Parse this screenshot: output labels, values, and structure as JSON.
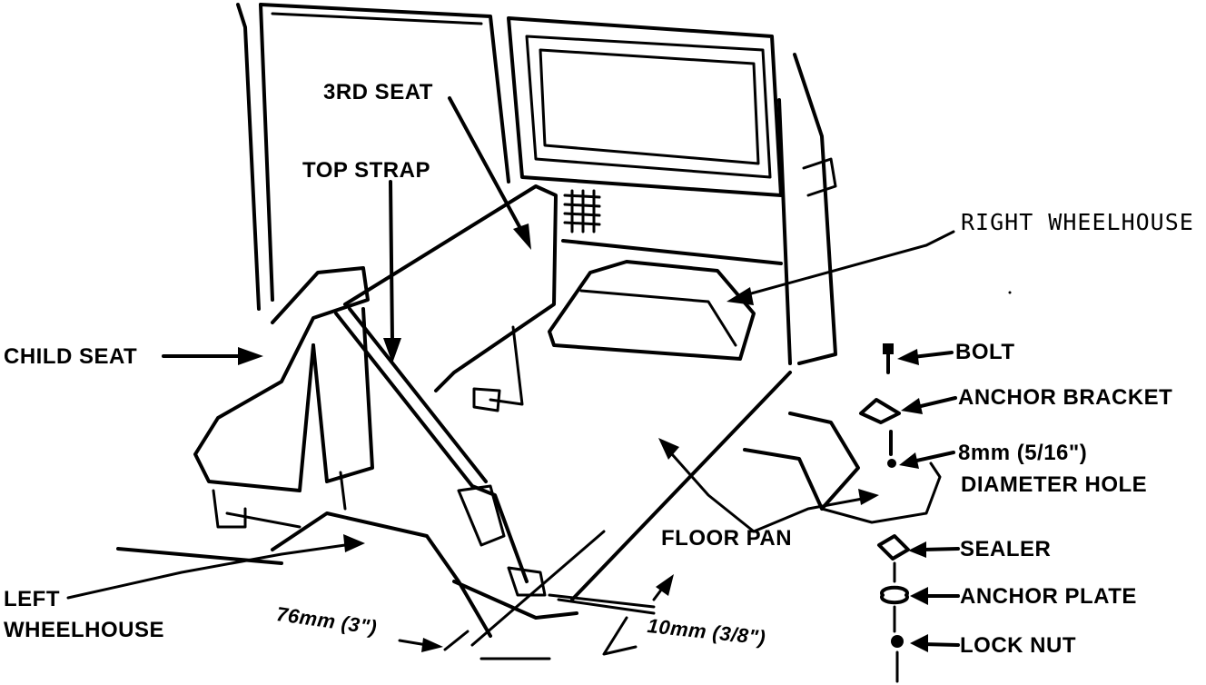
{
  "diagram": {
    "labels": {
      "third_seat": "3RD SEAT",
      "top_strap": "TOP STRAP",
      "right_wheelhouse": "RIGHT WHEELHOUSE",
      "child_seat": "CHILD SEAT",
      "bolt": "BOLT",
      "anchor_bracket": "ANCHOR BRACKET",
      "hole_size": "8mm (5/16\")",
      "diameter_hole": "DIAMETER HOLE",
      "floor_pan": "FLOOR PAN",
      "sealer": "SEALER",
      "anchor_plate": "ANCHOR PLATE",
      "lock_nut": "LOCK NUT",
      "left": "LEFT",
      "wheelhouse": "WHEELHOUSE",
      "dim_76": "76mm (3\")",
      "dim_10": "10mm (3/8\")"
    }
  }
}
